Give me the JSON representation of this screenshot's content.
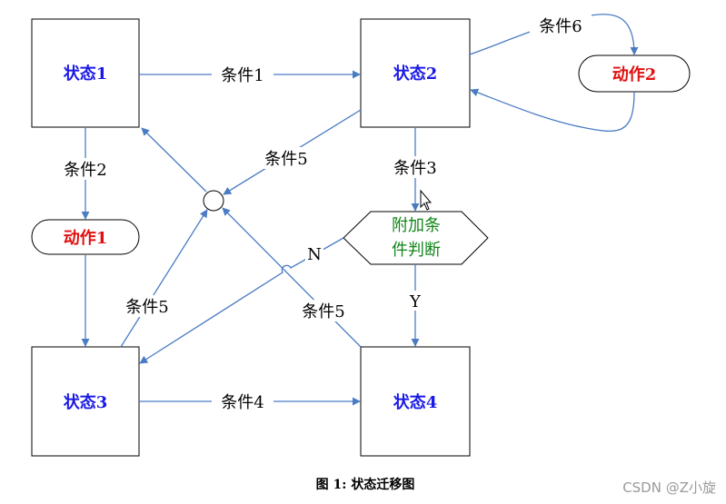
{
  "states": {
    "s1": "状态1",
    "s2": "状态2",
    "s3": "状态3",
    "s4": "状态4"
  },
  "actions": {
    "a1": "动作1",
    "a2": "动作2"
  },
  "decision": {
    "line1": "附加条",
    "line2": "件判断"
  },
  "conditions": {
    "c1": "条件1",
    "c2": "条件2",
    "c3": "条件3",
    "c4": "条件4",
    "c5": "条件5",
    "c6": "条件6"
  },
  "branches": {
    "no": "N",
    "yes": "Y"
  },
  "caption": "图 1:  状态迁移图",
  "watermark": "CSDN @Z小旋",
  "colors": {
    "state_text": "#1a1ae6",
    "action_text": "#e01010",
    "decision_text": "#12851a",
    "arrow": "#4a7cc4",
    "box_stroke": "#000000"
  }
}
